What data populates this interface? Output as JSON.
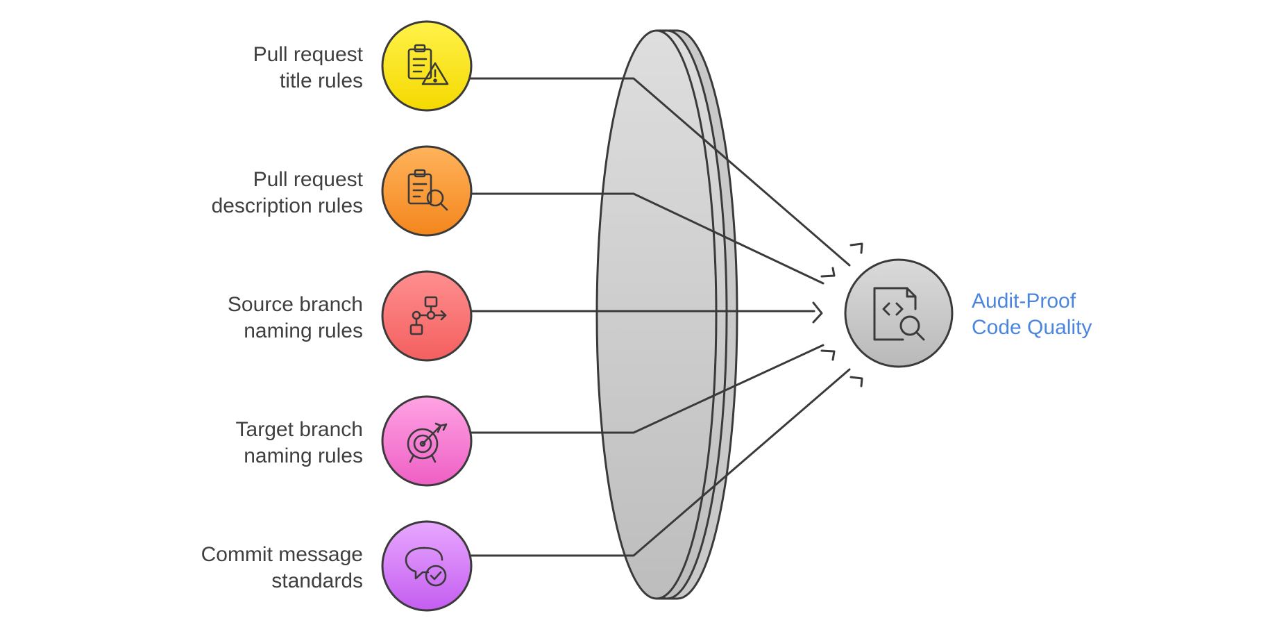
{
  "inputs": [
    {
      "lines": [
        "Pull request",
        "title rules"
      ],
      "icon": "clipboard-warning-icon",
      "color_top": "#fff24a",
      "color_bottom": "#f5d900"
    },
    {
      "lines": [
        "Pull request",
        "description rules"
      ],
      "icon": "clipboard-search-icon",
      "color_top": "#ffb35c",
      "color_bottom": "#f4861c"
    },
    {
      "lines": [
        "Source branch",
        "naming rules"
      ],
      "icon": "flowchart-icon",
      "color_top": "#ff8f8f",
      "color_bottom": "#f45f5f"
    },
    {
      "lines": [
        "Target branch",
        "naming rules"
      ],
      "icon": "target-arrow-icon",
      "color_top": "#ffa3e4",
      "color_bottom": "#ee5fc4"
    },
    {
      "lines": [
        "Commit message",
        "standards"
      ],
      "icon": "chat-check-icon",
      "color_top": "#e8a8ff",
      "color_bottom": "#c45df0"
    }
  ],
  "outcome": {
    "lines": [
      "Audit-Proof",
      "Code Quality"
    ],
    "icon": "code-file-search-icon",
    "color": "#4a86e0",
    "circle_color": "#cccccc"
  },
  "lens_color": "#d3d3d3",
  "stroke_color": "#3a3a3a"
}
